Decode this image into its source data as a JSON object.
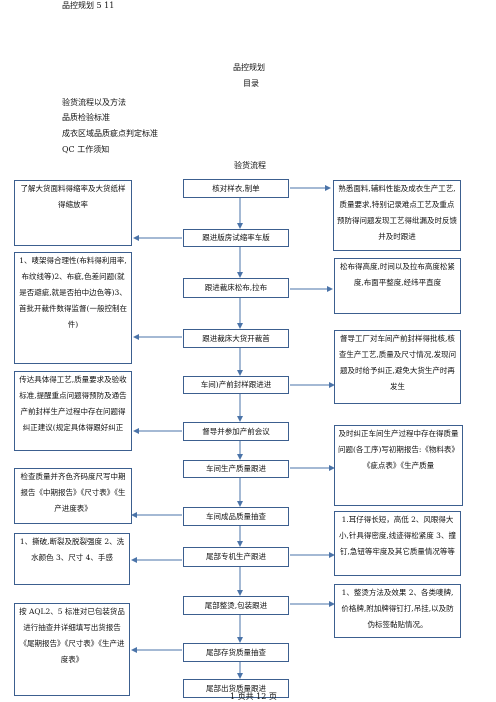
{
  "header": {
    "running_title": "品控规划 5 11"
  },
  "title": {
    "doc_title": "品控规划",
    "toc_heading": "目录"
  },
  "toc": [
    "验货流程以及方法",
    "品质检验标准",
    "成衣区域品质疵点判定标准",
    "QC 工作须知"
  ],
  "flow": {
    "heading": "验货流程",
    "steps": [
      "核对样衣,制单",
      "跟进版房试缩率车版",
      "跟进裁床松布,拉布",
      "跟进裁床大货开裁首",
      "车间)产前封样跟进进",
      "督导并参加产前会议",
      "车间生产质量跟进",
      "车间成品质量抽查",
      "尾部专机生产跟进",
      "尾部整烫,包装跟进",
      "尾部存货质量抽查",
      "尾部出货质量跟进"
    ],
    "left_notes": [
      "了解大货面料得缩率及大货纸样得缩放率",
      "1、唛架得合理性(布料得利用率,布纹线等)2、布疵,色差问题(就是否避疵,就是否拍中边色等)3、首批开裁件数得监督(一般控制在件)",
      "传达具体得工艺,质量要求及验收标准,提醒重点问题得预防及通告产前封样生产过程中存在问题得纠正建议(规定具体得跟好纠正",
      "检查质量并齐色齐码度尺写中期报告《中期报告》《尺寸表》《生产进度表》",
      "1、撕破,断裂及脱裂强度 2、洗水颜色 3、尺寸 4、手感",
      "按 AQL2、5 标准对已包装货品进行抽查并详细填写出货报告《尾期报告》《尺寸表》《生产进度表》"
    ],
    "right_notes": [
      "熟悉面料,辅料性能及成衣生产工艺,质量要求,特别记录难点工艺及重点预防得问题发现工艺得纰漏及时反馈并及时跟进",
      "松布得高度,时间以及拉布高度松紧度,布面平整度,经纬平直度",
      "督导工厂对车间产前封样得批核,核查生产工艺,质量及尺寸情况,发现问题及时给予纠正,避免大货生产时再发生",
      "及时纠正车间生产过程中存在得质量问题(各工序)写初期报告:《物料表》《疵点表》《生产质量",
      "1.耳仔得长短，高低 2、风眼得大小,针具得密度,线迹得松紧度 3、撞钉,急钮等牢度及其它质量情况等等",
      "1、整烫方法及效果 2、各类唛牌,价格牌,附加牌得钉打,吊挂,以及防伪标签黏贴情况。"
    ]
  },
  "footer": {
    "page": "1 页共 12 页"
  },
  "colors": {
    "box_border": "#3c5f8f",
    "arrow": "#4a73a8"
  }
}
